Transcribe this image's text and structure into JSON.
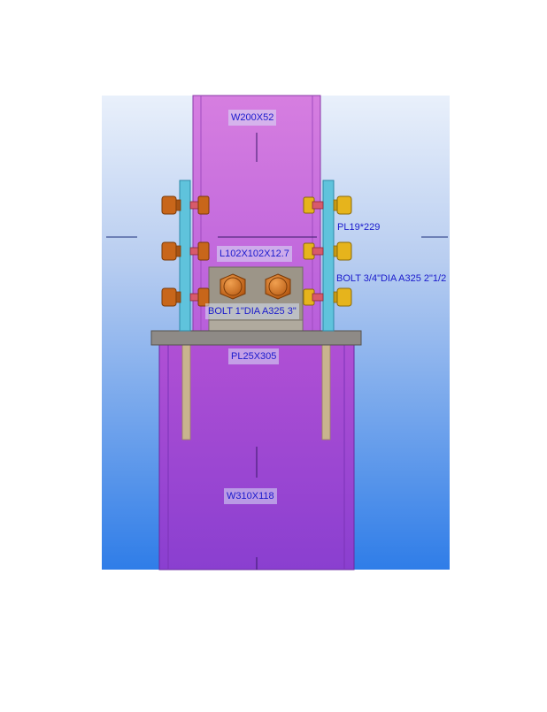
{
  "labels": {
    "upper_column": "W200X52",
    "lower_column": "W310X118",
    "splice_plate": "PL19*229",
    "angle": "L102X102X12.7",
    "side_bolt": "BOLT 3/4\"DIA A325 2\"1/2",
    "angle_bolt": "BOLT 1\"DIA A325 3\"",
    "base_plate": "PL25X305"
  },
  "colors": {
    "bg_top": "#e9f0fb",
    "bg_bottom": "#2f7de8",
    "column_fill": "#c865d8",
    "lower_column_fill": "#9a3fd2",
    "splice_plate_fill": "#5fc3dc",
    "base_plate_fill": "#8e8a86",
    "angle_fill": "#9c9588",
    "bolt_orange": "#c8661a",
    "bolt_gold": "#e6b41c",
    "anchor_rod": "#c9b48e",
    "label_text": "#1a1acc"
  }
}
